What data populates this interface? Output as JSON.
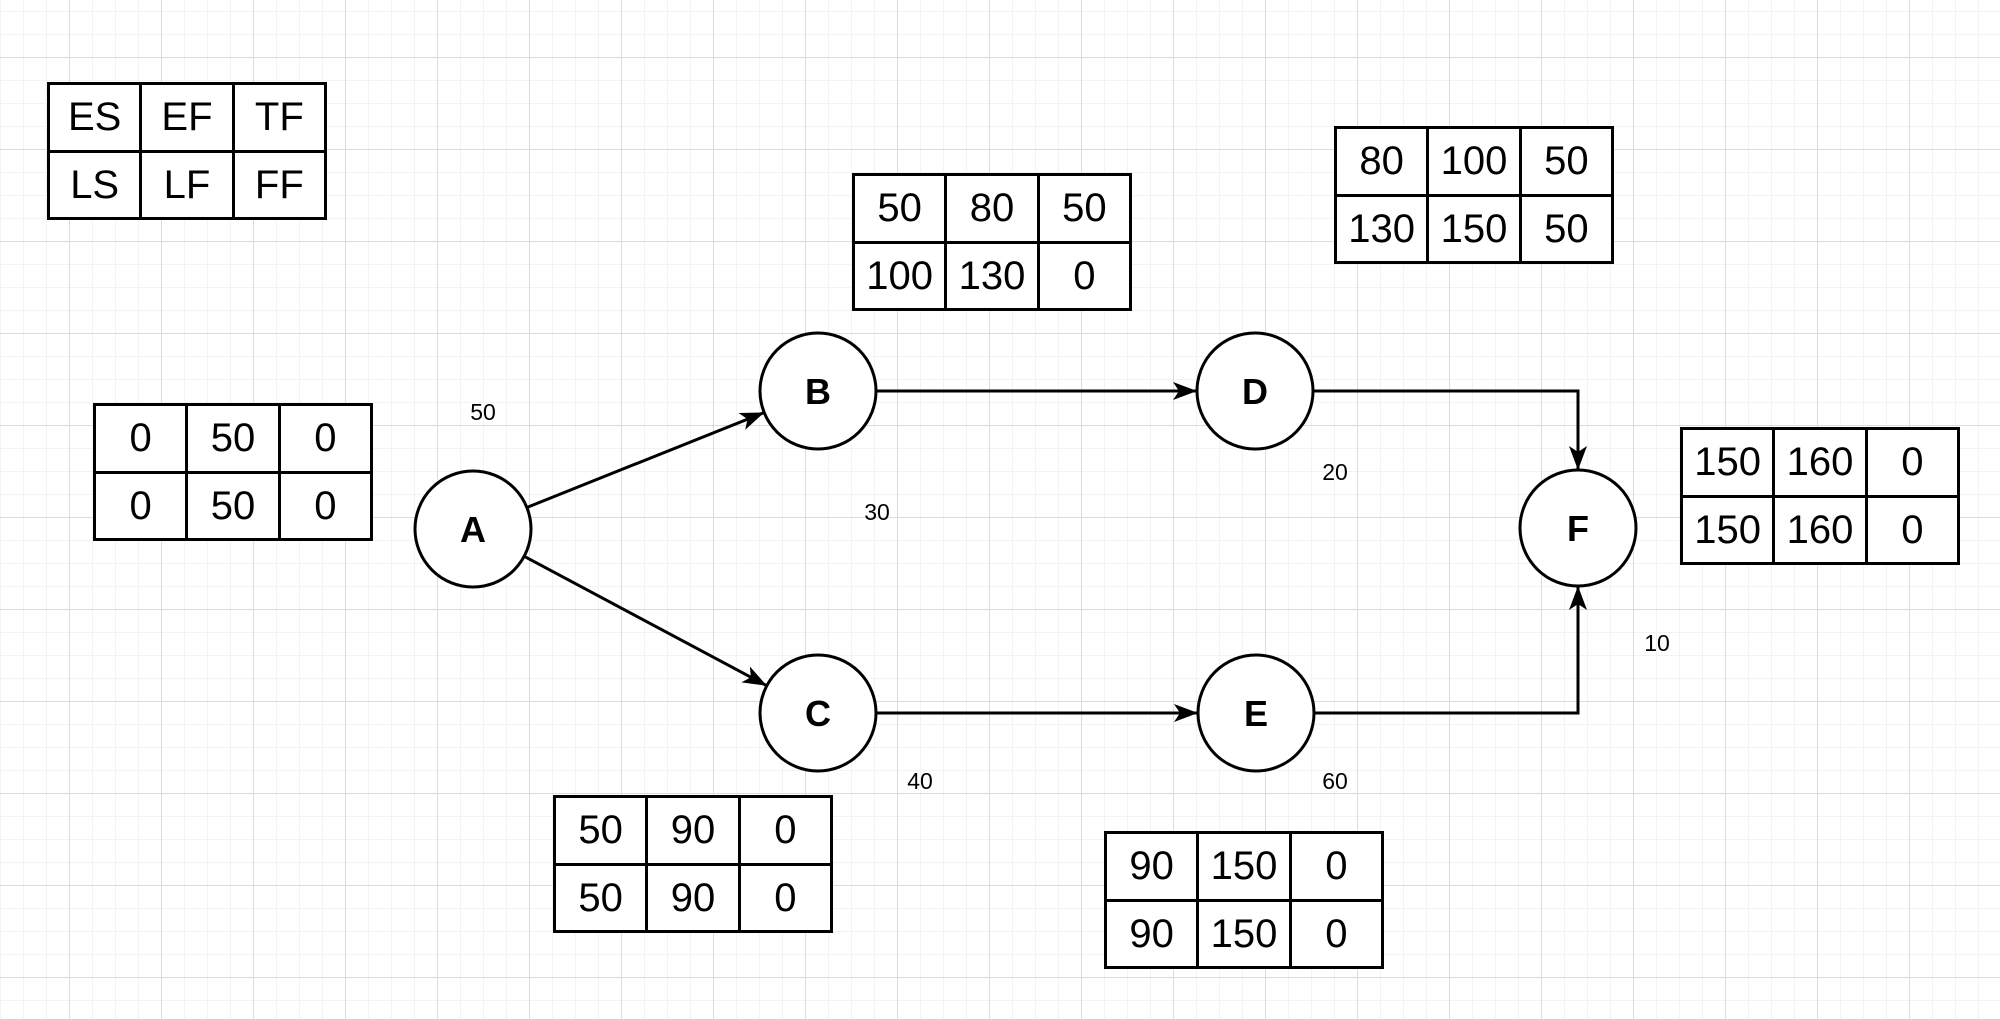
{
  "colors": {
    "stroke": "#000000",
    "shape_fill": "#ffffff",
    "grid_major": "#dcdcdc",
    "grid_minor": "#f3f3f3"
  },
  "legend": {
    "rows": [
      [
        "ES",
        "EF",
        "TF"
      ],
      [
        "LS",
        "LF",
        "FF"
      ]
    ]
  },
  "nodes": {
    "A": {
      "label": "A",
      "duration": "50",
      "table": [
        [
          "0",
          "50",
          "0"
        ],
        [
          "0",
          "50",
          "0"
        ]
      ]
    },
    "B": {
      "label": "B",
      "duration": "30",
      "table": [
        [
          "50",
          "80",
          "50"
        ],
        [
          "100",
          "130",
          "0"
        ]
      ]
    },
    "C": {
      "label": "C",
      "duration": "40",
      "table": [
        [
          "50",
          "90",
          "0"
        ],
        [
          "50",
          "90",
          "0"
        ]
      ]
    },
    "D": {
      "label": "D",
      "duration": "20",
      "table": [
        [
          "80",
          "100",
          "50"
        ],
        [
          "130",
          "150",
          "50"
        ]
      ]
    },
    "E": {
      "label": "E",
      "duration": "60",
      "table": [
        [
          "90",
          "150",
          "0"
        ],
        [
          "90",
          "150",
          "0"
        ]
      ]
    },
    "F": {
      "label": "F",
      "duration": "10",
      "table": [
        [
          "150",
          "160",
          "0"
        ],
        [
          "150",
          "160",
          "0"
        ]
      ]
    }
  },
  "edges": [
    {
      "from": "A",
      "to": "B"
    },
    {
      "from": "A",
      "to": "C"
    },
    {
      "from": "B",
      "to": "D"
    },
    {
      "from": "C",
      "to": "E"
    },
    {
      "from": "D",
      "to": "F"
    },
    {
      "from": "E",
      "to": "F"
    }
  ]
}
